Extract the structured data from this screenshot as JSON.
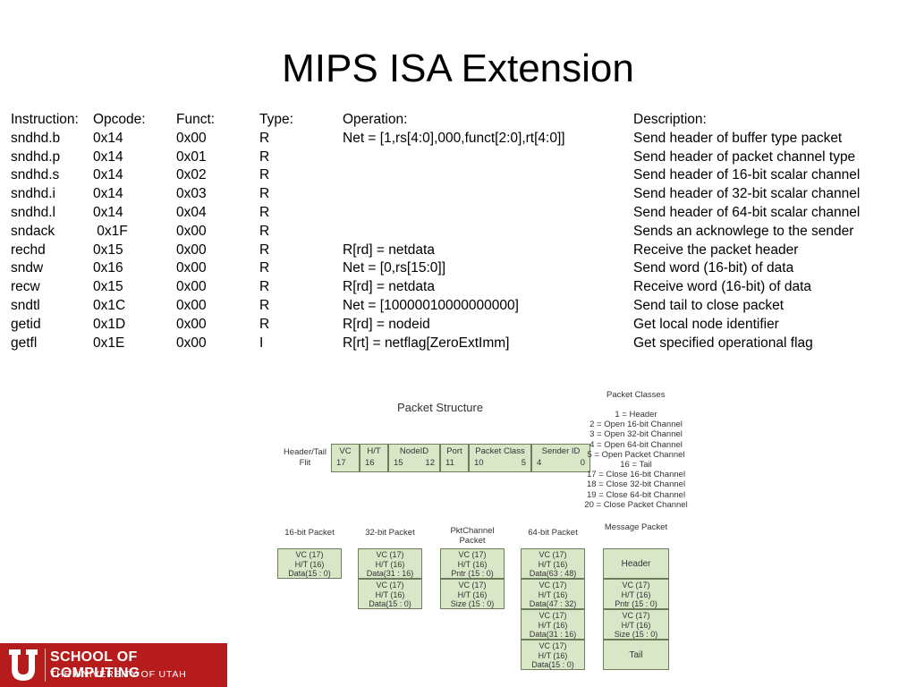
{
  "title": "MIPS ISA Extension",
  "table": {
    "headers": [
      "Instruction:",
      "Opcode:",
      "Funct:",
      "Type:",
      "Operation:",
      "Description:"
    ],
    "rows": [
      [
        "sndhd.b",
        "0x14",
        "0x00",
        "R",
        "Net = [1,rs[4:0],000,funct[2:0],rt[4:0]]",
        "Send header of buffer type packet"
      ],
      [
        "sndhd.p",
        "0x14",
        "0x01",
        "R",
        "",
        "Send header of packet channel type"
      ],
      [
        "sndhd.s",
        "0x14",
        "0x02",
        "R",
        "",
        "Send header of 16-bit scalar channel"
      ],
      [
        "sndhd.i",
        "0x14",
        "0x03",
        "R",
        "",
        "Send header of 32-bit scalar channel"
      ],
      [
        "sndhd.l",
        "0x14",
        "0x04",
        "R",
        "",
        "Send header of 64-bit scalar channel"
      ],
      [
        "sndack",
        " 0x1F",
        "0x00",
        "R",
        "",
        "Sends an acknowlege to the sender"
      ],
      [
        "rechd",
        "0x15",
        "0x00",
        "R",
        "R[rd] = netdata",
        "Receive the packet header"
      ],
      [
        "sndw",
        "0x16",
        "0x00",
        "R",
        "Net = [0,rs[15:0]]",
        "Send word (16-bit) of data"
      ],
      [
        "recw",
        "0x15",
        "0x00",
        "R",
        "R[rd] = netdata",
        "Receive word (16-bit) of data"
      ],
      [
        "sndtl",
        "0x1C",
        "0x00",
        "R",
        "Net = [10000010000000000]",
        "Send tail to close packet"
      ],
      [
        "getid",
        "0x1D",
        "0x00",
        "R",
        "R[rd] = nodeid",
        "Get local node identifier"
      ],
      [
        "getfl",
        "0x1E",
        "0x00",
        "I",
        "R[rt] = netflag[ZeroExtImm]",
        "Get specified operational flag"
      ]
    ]
  },
  "diagram": {
    "packet_structure": {
      "title": "Packet Structure",
      "side_label_1": "Header/Tail",
      "side_label_2": "Flit",
      "fields": [
        {
          "name": "VC",
          "lo": "17",
          "hi": ""
        },
        {
          "name": "H/T",
          "lo": "16",
          "hi": ""
        },
        {
          "name": "NodeID",
          "lo": "15",
          "hi": "12"
        },
        {
          "name": "Port",
          "lo": "11",
          "hi": ""
        },
        {
          "name": "Packet Class",
          "lo": "10",
          "hi": "5"
        },
        {
          "name": "Sender ID",
          "lo": "4",
          "hi": "0"
        }
      ]
    },
    "packet_classes": {
      "title": "Packet Classes",
      "items": [
        "1 = Header",
        "2 = Open 16-bit Channel",
        "3 = Open 32-bit Channel",
        "4 = Open 64-bit Channel",
        "5 = Open Packet Channel",
        "16 = Tail",
        "17 = Close 16-bit Channel",
        "18 = Close 32-bit Channel",
        "19 = Close 64-bit Channel",
        "20 = Close Packet Channel"
      ]
    },
    "packets": [
      {
        "title": "16-bit Packet",
        "boxes": [
          [
            "VC (17)",
            "H/T (16)",
            "Data(15 : 0)"
          ]
        ]
      },
      {
        "title": "32-bit Packet",
        "boxes": [
          [
            "VC (17)",
            "H/T (16)",
            "Data(31 : 16)"
          ],
          [
            "VC (17)",
            "H/T (16)",
            "Data(15 : 0)"
          ]
        ]
      },
      {
        "title": "PktChannel Packet",
        "boxes": [
          [
            "VC (17)",
            "H/T (16)",
            "Pntr (15 : 0)"
          ],
          [
            "VC (17)",
            "H/T (16)",
            "Size (15 : 0)"
          ]
        ]
      },
      {
        "title": "64-bit Packet",
        "boxes": [
          [
            "VC (17)",
            "H/T (16)",
            "Data(63 : 48)"
          ],
          [
            "VC (17)",
            "H/T (16)",
            "Data(47 : 32)"
          ],
          [
            "VC (17)",
            "H/T (16)",
            "Data(31 : 16)"
          ],
          [
            "VC (17)",
            "H/T (16)",
            "Data(15 : 0)"
          ]
        ]
      },
      {
        "title": "Message Packet",
        "boxes": [
          [
            "Header"
          ],
          [
            "VC (17)",
            "H/T (16)",
            "Pntr (15 : 0)"
          ],
          [
            "VC (17)",
            "H/T (16)",
            "Size (15 : 0)"
          ],
          [
            "Tail"
          ]
        ]
      }
    ]
  },
  "logo": {
    "line1": "SCHOOL OF COMPUTING",
    "line2": "THE UNIVERSITY OF UTAH",
    "bg_color": "#b71c1c"
  }
}
